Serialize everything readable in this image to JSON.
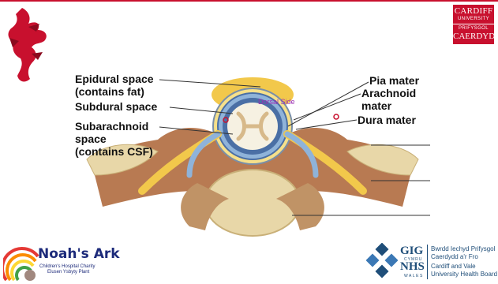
{
  "slide": {
    "dorsal_label": "Dorsal Side",
    "labels_left": {
      "epidural_1": "Epidural space",
      "epidural_2": "(contains fat)",
      "subdural": "Subdural space",
      "subarachnoid_1": "Subarachnoid",
      "subarachnoid_2": "space",
      "subarachnoid_3": "(contains CSF)"
    },
    "labels_right": {
      "pia": "Pia mater",
      "arachnoid_1": "Arachnoid",
      "arachnoid_2": "mater",
      "dura": "Dura mater"
    }
  },
  "logos": {
    "cardiff": {
      "line1": "CARDIFF",
      "line2": "UNIVERSITY",
      "line3": "PRIFYSGOL",
      "line4": "CAERDYD"
    },
    "noahs_ark": {
      "title": "Noah's Ark",
      "sub1": "Children's Hospital Charity",
      "sub2": "Elusen Ysbyty Plant"
    },
    "nhs": {
      "gig": "GIG",
      "cymru": "CYMRU",
      "nhs": "NHS",
      "wales": "WALES",
      "board_1": "Bwrdd Iechyd Prifysgol",
      "board_2": "Caerdydd a'r Fro",
      "board_3": "Cardiff and Vale",
      "board_4": "University Health Board"
    }
  },
  "colors": {
    "brand_red": "#c8102e",
    "nhs_blue": "#1f4e79",
    "bone": "#e8d7a8",
    "muscle": "#b87a52",
    "fat": "#f2c84b",
    "cord": "#f6f1e2",
    "meninges": "#4a6fa5",
    "dorsal_text": "#9b2fb3"
  }
}
